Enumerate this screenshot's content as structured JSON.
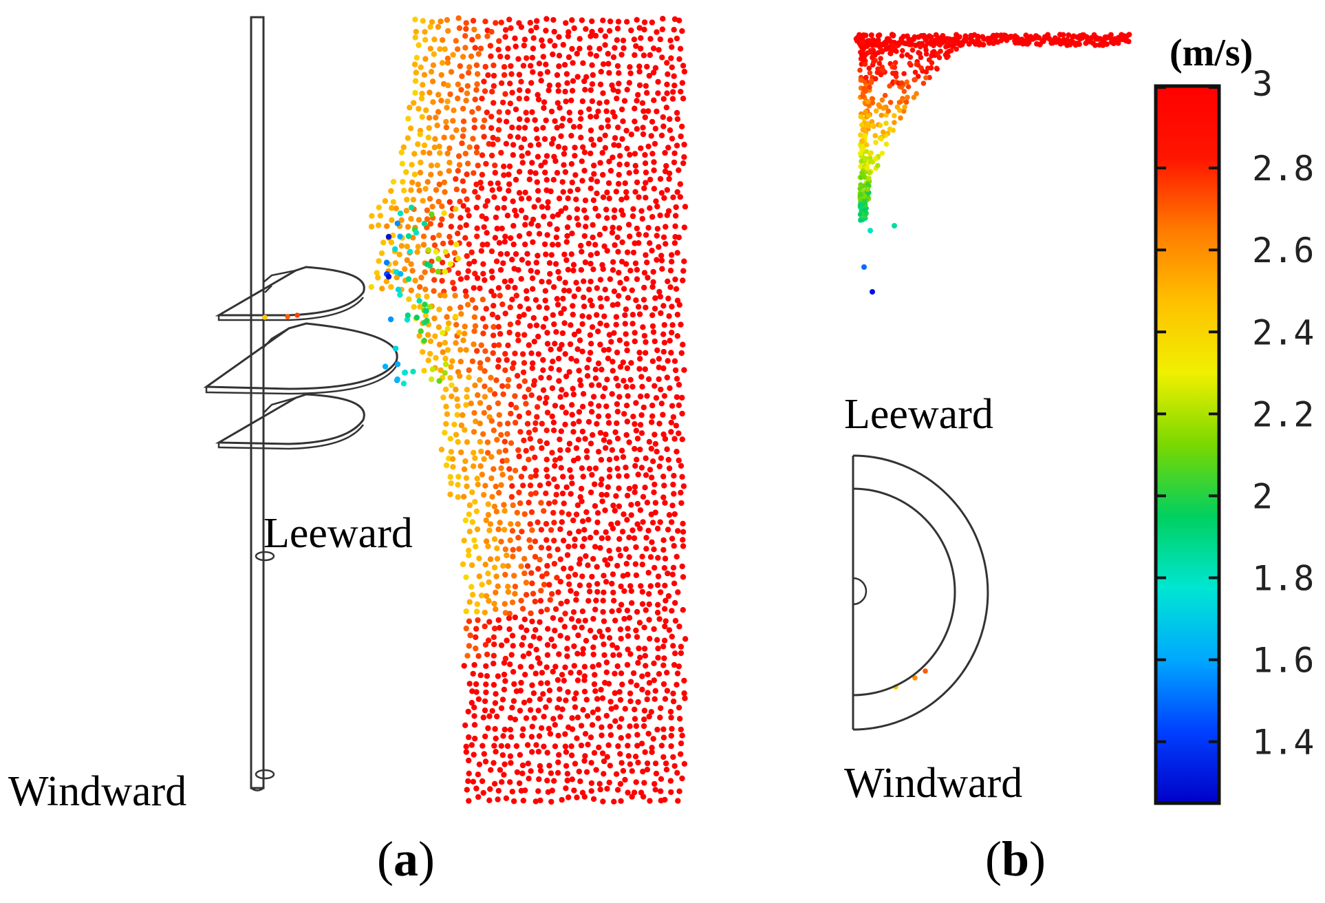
{
  "labels": {
    "panel_a_leeward": "Leeward",
    "panel_a_windward": "Windward",
    "panel_b_leeward": "Leeward",
    "panel_b_windward": "Windward",
    "panel_a_open": "(",
    "panel_a_letter": "a",
    "panel_a_close": ")",
    "panel_b_open": "(",
    "panel_b_letter": "b",
    "panel_b_close": ")"
  },
  "colorbar": {
    "unit": "(m/s)",
    "ticks": [
      "3",
      "2.8",
      "2.6",
      "2.4",
      "2.2",
      "2",
      "1.8",
      "1.6",
      "1.4"
    ],
    "min": 1.25,
    "max": 3.0,
    "colors": [
      "#0000c8",
      "#0040ff",
      "#00a8ff",
      "#00e6d2",
      "#00d060",
      "#7ad800",
      "#f0f000",
      "#ffc000",
      "#ff7a00",
      "#ff1500",
      "#ff0000"
    ]
  }
}
